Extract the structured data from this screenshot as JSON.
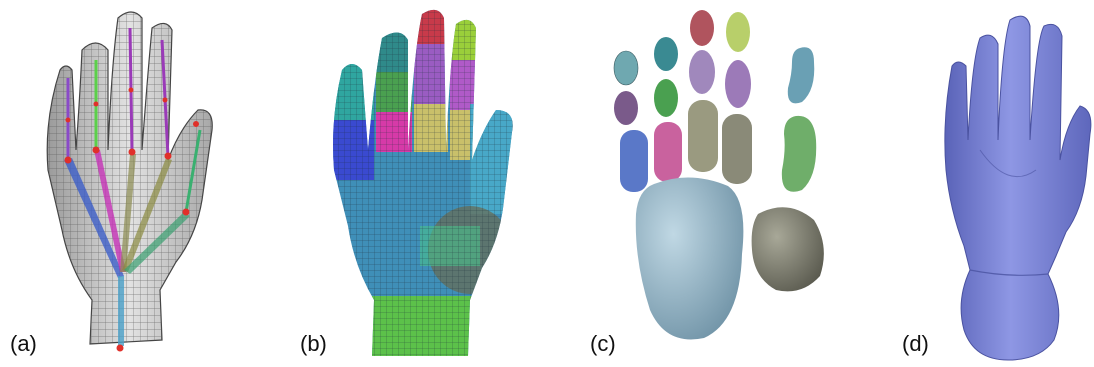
{
  "figure": {
    "panels": [
      {
        "label": "(a)",
        "colors": {
          "mesh": "#cfcfcf",
          "edges": "#3a3a3a",
          "joint": "#e0302a"
        }
      },
      {
        "label": "(b)",
        "colors": {
          "blue": "#3f8fb8",
          "magenta": "#d63aa8",
          "green": "#5cc14a",
          "violet": "#9a5cc2",
          "teal": "#2fa6a0",
          "olive": "#c9c06a"
        }
      },
      {
        "label": "(c)",
        "colors": {
          "palm": "#8fb0c2",
          "gray": "#7a7a68",
          "teal": "#5d9aa3",
          "purple": "#9a7ca8",
          "magenta": "#c9629e",
          "green": "#6fae6a"
        }
      },
      {
        "label": "(d)",
        "colors": {
          "body": "#7c86d6",
          "shade": "#5a63b8"
        }
      }
    ]
  }
}
